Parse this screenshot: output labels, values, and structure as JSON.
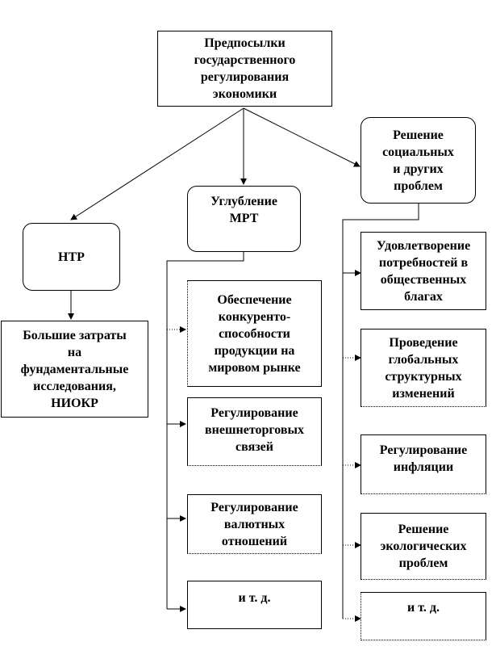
{
  "root": "Предпосылки\nгосударственного\nрегулирования\nэкономики",
  "branches": {
    "ntr": "НТР",
    "mrt": "Углубление\nМРТ",
    "social": "Решение\nсоциальных\nи других\nпроблем"
  },
  "ntr_child": "Большие затраты\nна\nфундаментальные\nисследования,\nНИОКР",
  "mrt_children": [
    "Обеспечение\nконкуренто-\nспособности\nпродукции на\nмировом рынке",
    "Регулирование\nвнешнеторговых\nсвязей",
    "Регулирование\nвалютных\nотношений",
    "и т. д."
  ],
  "social_children": [
    "Удовлетворение\nпотребностей в\nобщественных\nблагах",
    "Проведение\nглобальных\nструктурных\nизменений",
    "Регулирование\nинфляции",
    "Решение\nэкологических\nпроблем",
    "и т. д."
  ]
}
